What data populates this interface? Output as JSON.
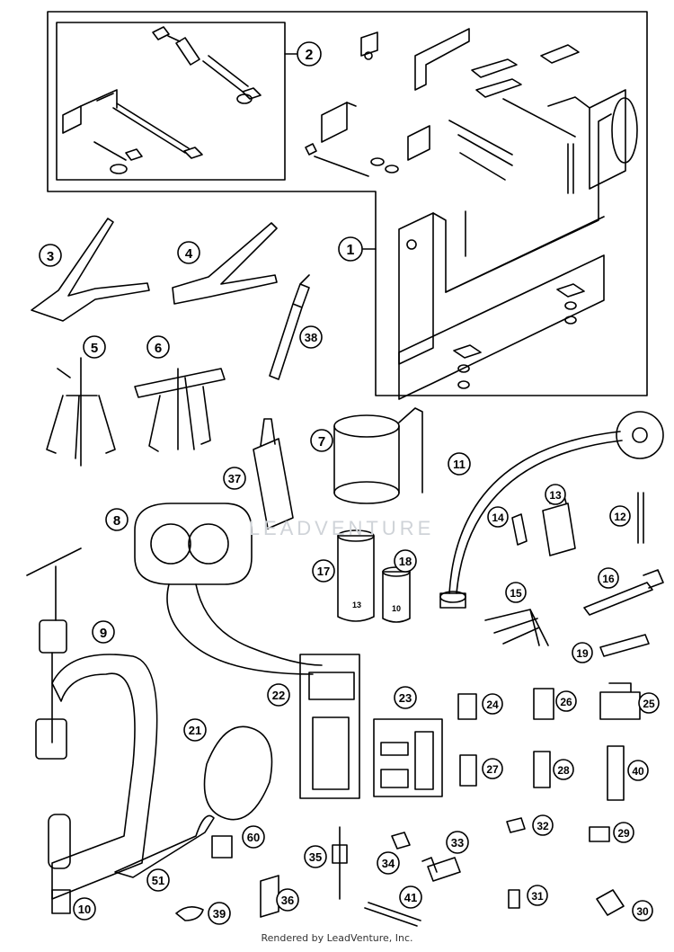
{
  "diagram": {
    "callouts": [
      "1",
      "2",
      "3",
      "4",
      "5",
      "6",
      "7",
      "8",
      "9",
      "10",
      "11",
      "12",
      "13",
      "14",
      "15",
      "16",
      "17",
      "18",
      "19",
      "21",
      "22",
      "23",
      "24",
      "25",
      "26",
      "27",
      "28",
      "29",
      "30",
      "31",
      "32",
      "33",
      "34",
      "35",
      "36",
      "37",
      "38",
      "39",
      "40",
      "41",
      "51",
      "60"
    ],
    "socket_labels": {
      "small": "10",
      "large": "13"
    },
    "watermark": "LEADVENTURE",
    "footer": "Rendered by LeadVenture, Inc."
  }
}
